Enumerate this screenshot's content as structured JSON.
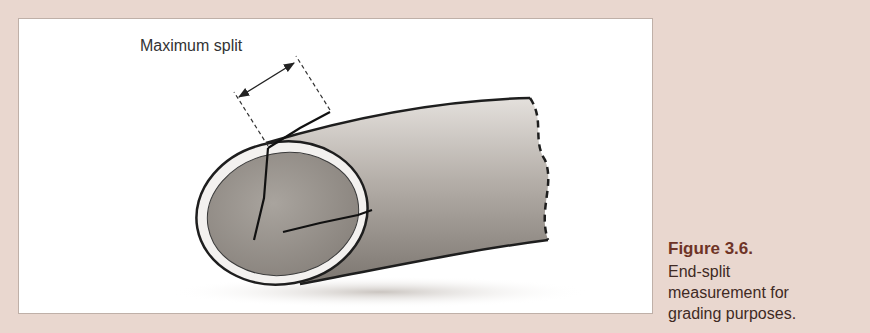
{
  "diagram": {
    "caption": "End-split measurement for grading purposes.",
    "labels": [
      "Maximum split",
      "Figure 3.6."
    ]
  }
}
